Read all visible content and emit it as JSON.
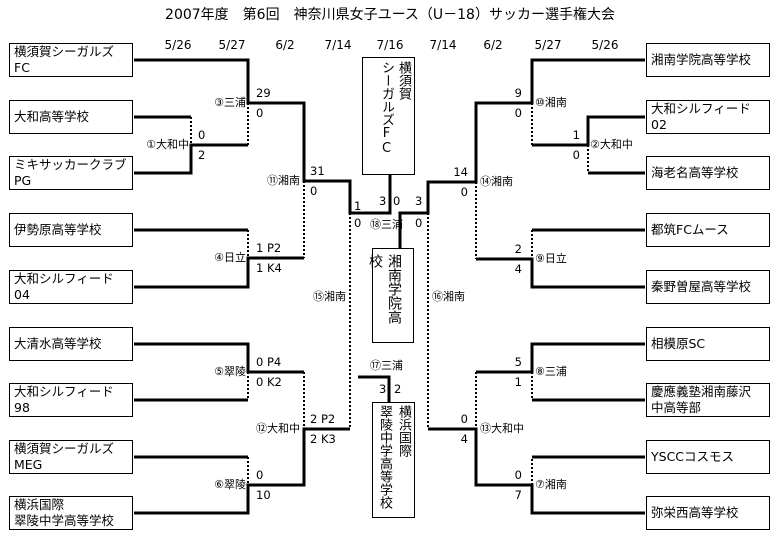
{
  "title": "2007年度　第6回　神奈川県女子ユース（U－18）サッカー選手権大会",
  "dates": [
    "5/26",
    "5/27",
    "6/2",
    "7/14",
    "7/16",
    "7/14",
    "6/2",
    "5/27",
    "5/26"
  ],
  "left_teams": [
    "横須賀シーガルズ\nFC",
    "大和高等学校",
    "ミキサッカークラブ\nPG",
    "伊勢原高等学校",
    "大和シルフィード04",
    "大清水高等学校",
    "大和シルフィード98",
    "横須賀シーガルズ\nMEG",
    "横浜国際\n翠陵中学高等学校"
  ],
  "right_teams": [
    "湘南学院高等学校",
    "大和シルフィード02",
    "海老名高等学校",
    "都筑FCムース",
    "秦野曽屋高等学校",
    "相模原SC",
    "慶應義塾湘南藤沢\n中高等部",
    "YSCCコスモス",
    "弥栄西高等学校"
  ],
  "matches": {
    "m1": {
      "label": "①大和中",
      "top": "0",
      "bottom": "2"
    },
    "m2": {
      "label": "②大和中",
      "top": "1",
      "bottom": "0"
    },
    "m3": {
      "label": "③三浦",
      "top": "29",
      "bottom": "0"
    },
    "m4": {
      "label": "④日立",
      "top": "1 P2",
      "bottom": "1 K4"
    },
    "m5": {
      "label": "⑤翠陵",
      "top": "0 P4",
      "bottom": "0 K2"
    },
    "m6": {
      "label": "⑥翠陵",
      "top": "0",
      "bottom": "10"
    },
    "m7": {
      "label": "⑦湘南",
      "top": "0",
      "bottom": "7"
    },
    "m8": {
      "label": "⑧三浦",
      "top": "5",
      "bottom": "1"
    },
    "m9": {
      "label": "⑨日立",
      "top": "2",
      "bottom": "4"
    },
    "m10": {
      "label": "⑩湘南",
      "top": "9",
      "bottom": "0"
    },
    "m11": {
      "label": "⑪湘南",
      "top": "31",
      "bottom": "0"
    },
    "m12": {
      "label": "⑫大和中",
      "top": "2 P2",
      "bottom": "2 K3"
    },
    "m13": {
      "label": "⑬大和中",
      "top": "0",
      "bottom": "4"
    },
    "m14": {
      "label": "⑭湘南",
      "top": "14",
      "bottom": "0"
    },
    "m15": {
      "label": "⑮湘南",
      "top": "1",
      "bottom": "0"
    },
    "m16": {
      "label": "⑯湘南",
      "top": "3",
      "bottom": "0"
    },
    "m17": {
      "label": "⑰三浦",
      "left": "3",
      "right": "2"
    },
    "m18": {
      "label": "⑱三浦",
      "left": "3",
      "right": "0"
    }
  },
  "champion": {
    "line1": "横須賀",
    "line2": "シーガルズFC"
  },
  "runner_up": "湘南学院高校",
  "third_place": {
    "line1": "横浜国際",
    "line2": "翠陵中学高等学校"
  }
}
